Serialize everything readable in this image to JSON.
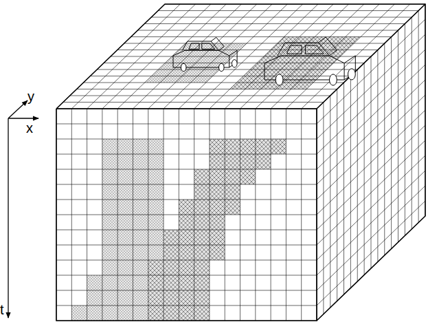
{
  "diagram": {
    "labels": [
      "y",
      "x",
      "t"
    ]
  }
}
